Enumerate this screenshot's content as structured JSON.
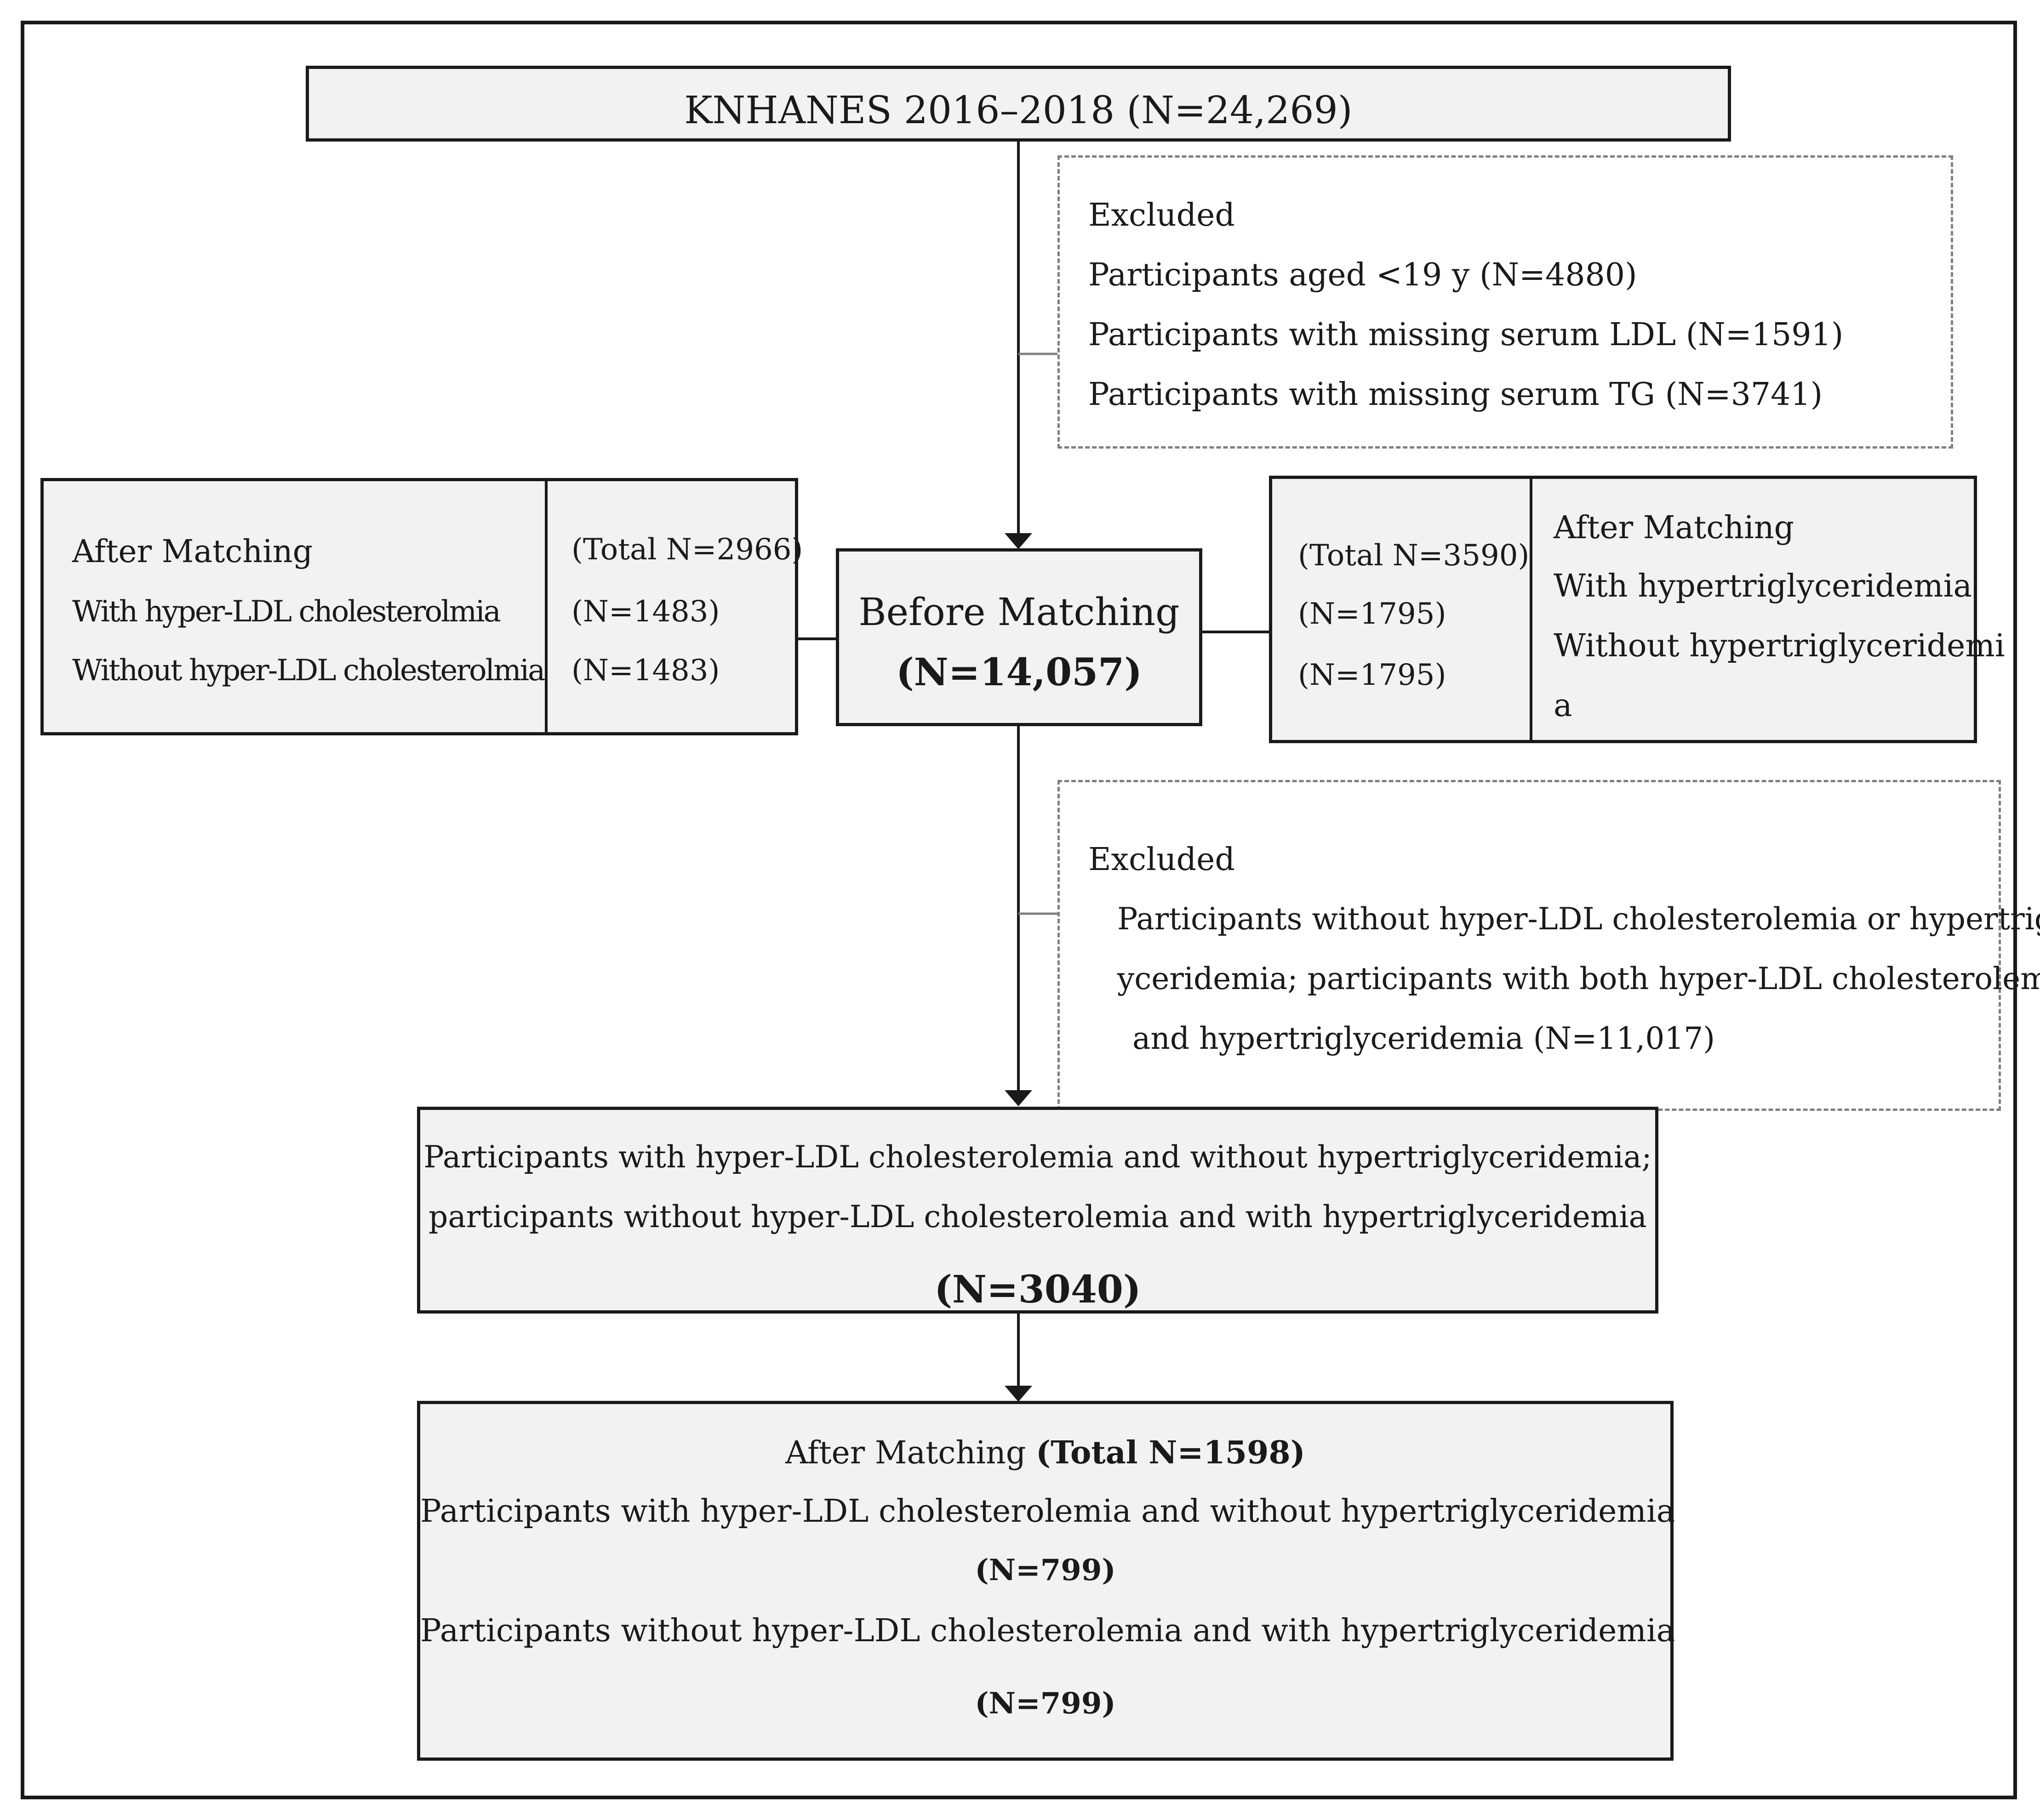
{
  "top_box": {
    "title": "KNHANES 2016–2018 (N=24,269)"
  },
  "excluded_1": {
    "heading": "Excluded",
    "items": [
      "Participants aged <19 y (N=4880)",
      "Participants with missing serum LDL (N=1591)",
      "Participants with missing serum TG (N=3741)"
    ]
  },
  "before_matching": {
    "label": "Before Matching",
    "count": "(N=14,057)"
  },
  "left_match": {
    "heading": "After Matching",
    "row1": "With hyper-LDL cholesterolmia",
    "row2": "Without hyper-LDL cholesterolmia",
    "total": "(Total N=2966)",
    "n1": "(N=1483)",
    "n2": "(N=1483)"
  },
  "right_match": {
    "total": "(Total N=3590)",
    "n1": "(N=1795)",
    "n2": "(N=1795)",
    "heading": "After Matching",
    "row1": "With hypertriglyceridemia",
    "row2": "Without hypertriglyceridemi",
    "row2_cont": "a"
  },
  "excluded_2": {
    "heading": "Excluded",
    "line1": "Participants without hyper-LDL cholesterolemia or hypertrigl",
    "line2": "yceridemia; participants with both hyper-LDL cholesterolemia",
    "line3": "and hypertriglyceridemia (N=11,017)"
  },
  "mid_box": {
    "line1": "Participants with hyper-LDL cholesterolemia and without hypertriglyceridemia;",
    "line2": "participants without hyper-LDL cholesterolemia and with hypertriglyceridemia",
    "count": "(N=3040)"
  },
  "bottom_box": {
    "heading": "After Matching",
    "total": "(Total N=1598)",
    "group1": "Participants with hyper-LDL cholesterolemia and without hypertriglyceridemia",
    "n1": "(N=799)",
    "group2": "Participants without hyper-LDL cholesterolemia and with hypertriglyceridemia",
    "n2": "(N=799)"
  }
}
